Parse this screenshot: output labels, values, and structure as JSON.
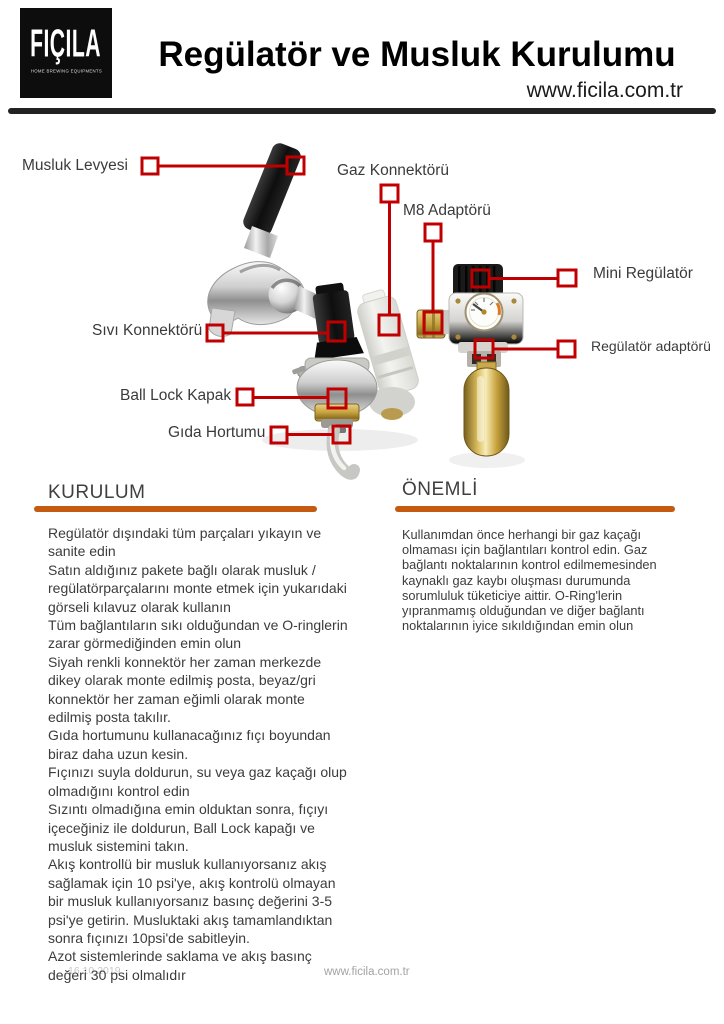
{
  "header": {
    "logo": {
      "brand": "FIÇILA",
      "tagline": "HOME BREWING EQUIPMENTS"
    },
    "title": "Regülatör ve Musluk Kurulumu",
    "website": "www.ficila.com.tr"
  },
  "diagram": {
    "labels": [
      {
        "id": "musluk-levyesi",
        "text": "Musluk Levyesi"
      },
      {
        "id": "gaz-konnektoru",
        "text": "Gaz Konnektörü"
      },
      {
        "id": "m8-adaptoru",
        "text": "M8 Adaptörü"
      },
      {
        "id": "mini-regulator",
        "text": "Mini Regülatör"
      },
      {
        "id": "regulator-adaptoru",
        "text": "Regülatör adaptörü"
      },
      {
        "id": "sivi-konnektoru",
        "text": "Sıvı Konnektörü"
      },
      {
        "id": "ball-lock-kapak",
        "text": "Ball Lock Kapak"
      },
      {
        "id": "gida-hortumu",
        "text": "Gıda Hortumu"
      }
    ]
  },
  "sections": {
    "left": {
      "heading": "KURULUM",
      "paragraphs": [
        "Regülatör dışındaki tüm parçaları yıkayın ve sanite edin",
        "Satın aldığınız pakete bağlı olarak musluk / regülatörparçalarını monte etmek için yukarıdaki görseli kılavuz olarak kullanın",
        "Tüm bağlantıların sıkı olduğundan ve O-ringlerin zarar görmediğinden emin olun",
        "Siyah renkli konnektör her zaman merkezde dikey olarak monte edilmiş posta, beyaz/gri konnektör her zaman eğimli olarak monte edilmiş posta takılır.",
        "Gıda hortumunu kullanacağınız fıçı boyundan biraz daha uzun kesin.",
        "Fıçınızı suyla doldurun, su veya gaz kaçağı olup olmadığını kontrol edin",
        "Sızıntı olmadığına emin olduktan sonra, fıçıyı içeceğiniz ile doldurun, Ball Lock kapağı ve musluk sistemini takın.",
        "Akış kontrollü bir musluk kullanıyorsanız akış sağlamak için 10 psi'ye, akış kontrolü olmayan bir musluk kullanıyorsanız basınç değerini 3-5 psi'ye getirin. Musluktaki akış tamamlandıktan sonra fıçınızı 10psi'de sabitleyin.",
        "Azot sistemlerinde saklama ve akış basınç değeri 30 psi olmalıdır"
      ]
    },
    "right": {
      "heading": "ÖNEMLİ",
      "paragraphs": [
        "Kullanımdan önce herhangi bir gaz kaçağı olmaması için bağlantıları kontrol edin. Gaz bağlantı noktalarının kontrol edilmemesinden kaynaklı gaz kaybı oluşması durumunda sorumluluk tüketiciye aittir. O-Ring'lerin yıpranmamış olduğundan ve diğer bağlantı noktalarının iyice sıkıldığından emin olun"
      ]
    }
  },
  "footer": {
    "date": "16.10.2019",
    "website": "www.ficila.com.tr"
  },
  "colors": {
    "callout": "#c00000",
    "accent": "#c55a11",
    "ink": "#111111",
    "text": "#3c3c3c",
    "muted": "#a3a3a3"
  }
}
